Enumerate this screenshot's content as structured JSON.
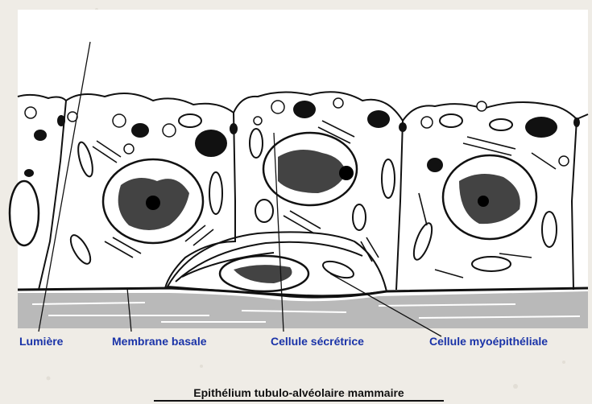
{
  "figure": {
    "labels": {
      "lumiere": "Lumière",
      "membrane_basale": "Membrane basale",
      "cellule_secretrice": "Cellule sécrétrice",
      "cellule_myoepitheliale": "Cellule myoépithéliale"
    },
    "caption": "Epithélium tubulo-alvéolaire mammaire"
  },
  "colors": {
    "label_blue": "#1a33a8",
    "paper": "#efece6",
    "ink": "#111111",
    "basal_gray": "#b9b9b9"
  }
}
